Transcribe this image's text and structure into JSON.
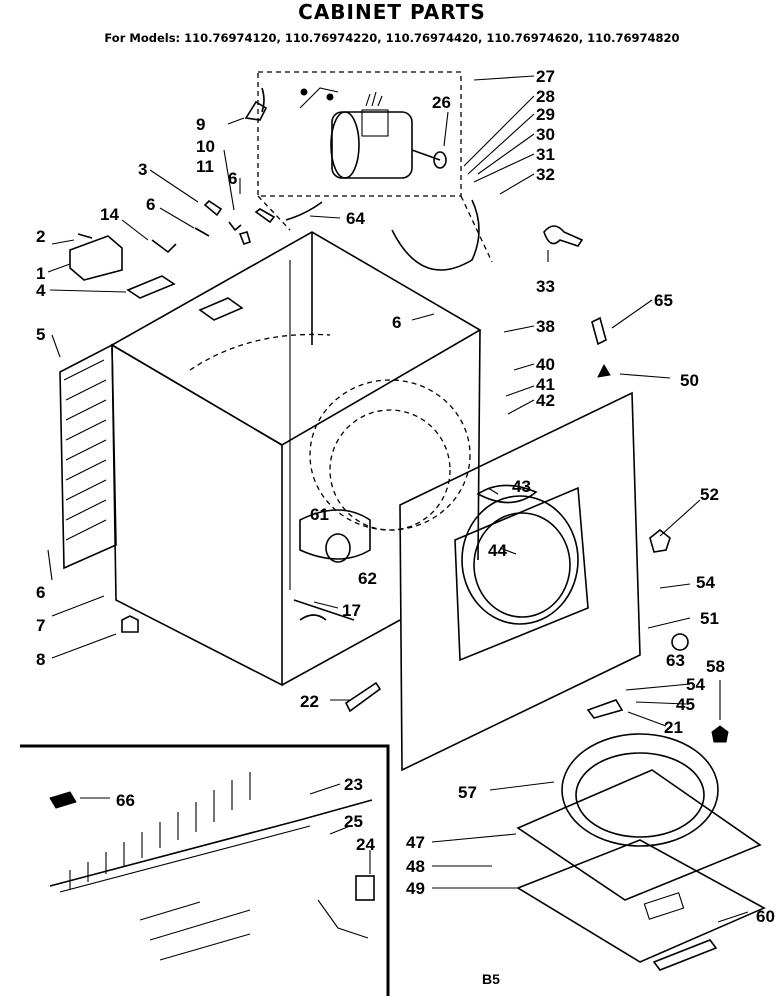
{
  "title": "CABINET PARTS",
  "subtitle": "For Models: 110.76974120, 110.76974220, 110.76974420, 110.76974620, 110.76974820",
  "footer_code": "B5",
  "part_labels": [
    "1",
    "2",
    "3",
    "4",
    "5",
    "6",
    "7",
    "8",
    "9",
    "10",
    "11",
    "14",
    "17",
    "21",
    "22",
    "23",
    "24",
    "25",
    "26",
    "27",
    "28",
    "29",
    "30",
    "31",
    "32",
    "33",
    "38",
    "40",
    "41",
    "42",
    "43",
    "44",
    "45",
    "47",
    "48",
    "49",
    "50",
    "51",
    "52",
    "54",
    "57",
    "58",
    "60",
    "61",
    "62",
    "63",
    "64",
    "65",
    "66"
  ],
  "label_6_extra": "6",
  "label_54_extra": "54"
}
